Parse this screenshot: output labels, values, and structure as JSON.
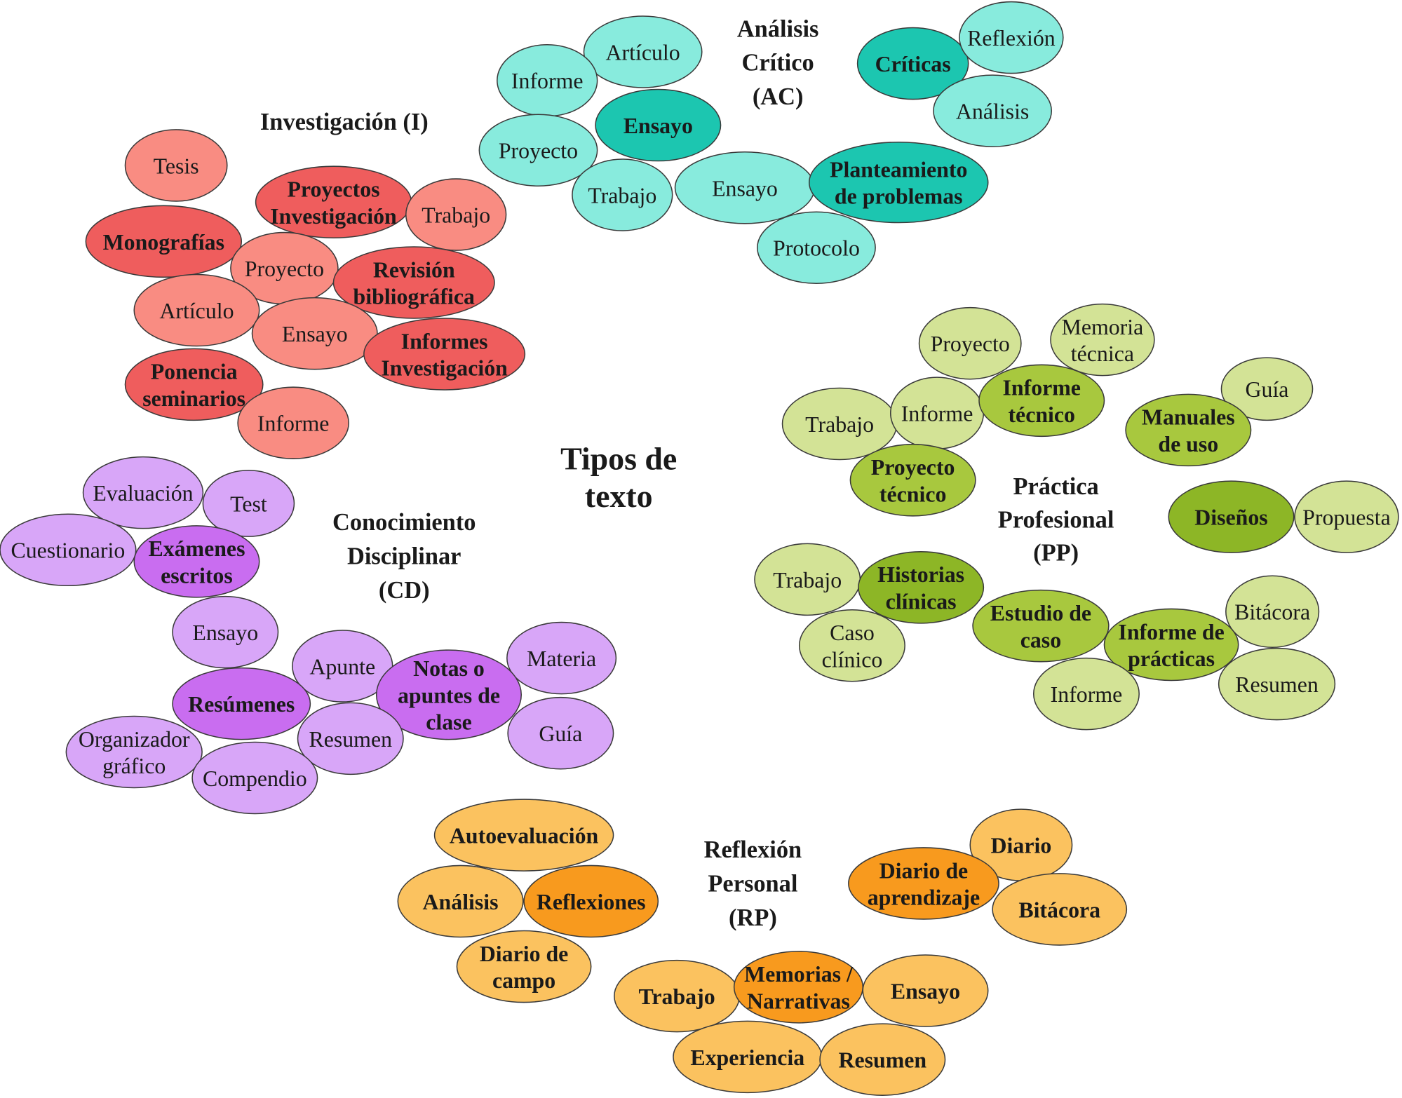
{
  "center_title": [
    "Tipos de",
    "texto"
  ],
  "colors": {
    "I": {
      "light": "#F98C82",
      "dark": "#EF5D5D"
    },
    "AC": {
      "light": "#88EBDD",
      "dark": "#1CC6B0"
    },
    "PP": {
      "light": "#D3E396",
      "dark": "#A8C83E",
      "darker": "#8DB626"
    },
    "CD": {
      "light": "#D8A6F8",
      "dark": "#C96DF0"
    },
    "RP": {
      "light": "#FBC25F",
      "dark": "#F89A1E"
    }
  },
  "groups": [
    {
      "id": "I",
      "title": [
        "Investigación (I)"
      ],
      "nodes": [
        {
          "lines": [
            "Tesis"
          ],
          "tone": "light"
        },
        {
          "lines": [
            "Proyectos",
            "Investigación"
          ],
          "tone": "dark"
        },
        {
          "lines": [
            "Trabajo"
          ],
          "tone": "light"
        },
        {
          "lines": [
            "Monografías"
          ],
          "tone": "dark"
        },
        {
          "lines": [
            "Proyecto"
          ],
          "tone": "light"
        },
        {
          "lines": [
            "Revisión",
            "bibliográfica"
          ],
          "tone": "dark"
        },
        {
          "lines": [
            "Artículo"
          ],
          "tone": "light"
        },
        {
          "lines": [
            "Ensayo"
          ],
          "tone": "light"
        },
        {
          "lines": [
            "Informes",
            "Investigación"
          ],
          "tone": "dark"
        },
        {
          "lines": [
            "Ponencia",
            "seminarios"
          ],
          "tone": "dark"
        },
        {
          "lines": [
            "Informe"
          ],
          "tone": "light"
        }
      ]
    },
    {
      "id": "AC",
      "title": [
        "Análisis",
        "Crítico",
        "(AC)"
      ],
      "nodes": [
        {
          "lines": [
            "Artículo"
          ],
          "tone": "light"
        },
        {
          "lines": [
            "Informe"
          ],
          "tone": "light"
        },
        {
          "lines": [
            "Ensayo"
          ],
          "tone": "dark"
        },
        {
          "lines": [
            "Proyecto"
          ],
          "tone": "light"
        },
        {
          "lines": [
            "Trabajo"
          ],
          "tone": "light"
        },
        {
          "lines": [
            "Ensayo"
          ],
          "tone": "light"
        },
        {
          "lines": [
            "Planteamiento",
            "de problemas"
          ],
          "tone": "dark"
        },
        {
          "lines": [
            "Protocolo"
          ],
          "tone": "light"
        },
        {
          "lines": [
            "Críticas"
          ],
          "tone": "dark"
        },
        {
          "lines": [
            "Reflexión"
          ],
          "tone": "light"
        },
        {
          "lines": [
            "Análisis"
          ],
          "tone": "light"
        }
      ]
    },
    {
      "id": "PP",
      "title": [
        "Práctica",
        "Profesional",
        "(PP)"
      ],
      "nodes": [
        {
          "lines": [
            "Proyecto"
          ],
          "tone": "light"
        },
        {
          "lines": [
            "Memoria",
            "técnica"
          ],
          "tone": "light"
        },
        {
          "lines": [
            "Trabajo"
          ],
          "tone": "light"
        },
        {
          "lines": [
            "Informe"
          ],
          "tone": "light"
        },
        {
          "lines": [
            "Informe",
            "técnico"
          ],
          "tone": "dark"
        },
        {
          "lines": [
            "Guía"
          ],
          "tone": "light"
        },
        {
          "lines": [
            "Manuales",
            "de uso"
          ],
          "tone": "dark"
        },
        {
          "lines": [
            "Proyecto",
            "técnico"
          ],
          "tone": "dark"
        },
        {
          "lines": [
            "Diseños"
          ],
          "tone": "darker"
        },
        {
          "lines": [
            "Propuesta"
          ],
          "tone": "light"
        },
        {
          "lines": [
            "Trabajo"
          ],
          "tone": "light"
        },
        {
          "lines": [
            "Historias",
            "clínicas"
          ],
          "tone": "darker"
        },
        {
          "lines": [
            "Caso",
            "clínico"
          ],
          "tone": "light"
        },
        {
          "lines": [
            "Estudio de",
            "caso"
          ],
          "tone": "dark"
        },
        {
          "lines": [
            "Informe de",
            "prácticas"
          ],
          "tone": "dark"
        },
        {
          "lines": [
            "Bitácora"
          ],
          "tone": "light"
        },
        {
          "lines": [
            "Resumen"
          ],
          "tone": "light"
        },
        {
          "lines": [
            "Informe"
          ],
          "tone": "light"
        }
      ]
    },
    {
      "id": "CD",
      "title": [
        "Conocimiento",
        "Disciplinar",
        "(CD)"
      ],
      "nodes": [
        {
          "lines": [
            "Evaluación"
          ],
          "tone": "light"
        },
        {
          "lines": [
            "Test"
          ],
          "tone": "light"
        },
        {
          "lines": [
            "Cuestionario"
          ],
          "tone": "light"
        },
        {
          "lines": [
            "Exámenes",
            "escritos"
          ],
          "tone": "dark"
        },
        {
          "lines": [
            "Ensayo"
          ],
          "tone": "light"
        },
        {
          "lines": [
            "Apunte"
          ],
          "tone": "light"
        },
        {
          "lines": [
            "Materia"
          ],
          "tone": "light"
        },
        {
          "lines": [
            "Notas o",
            "apuntes de",
            "clase"
          ],
          "tone": "dark"
        },
        {
          "lines": [
            "Resúmenes"
          ],
          "tone": "dark"
        },
        {
          "lines": [
            "Resumen"
          ],
          "tone": "light"
        },
        {
          "lines": [
            "Guía"
          ],
          "tone": "light"
        },
        {
          "lines": [
            "Organizador",
            "gráfico"
          ],
          "tone": "light"
        },
        {
          "lines": [
            "Compendio"
          ],
          "tone": "light"
        }
      ]
    },
    {
      "id": "RP",
      "title": [
        "Reflexión",
        "Personal",
        "(RP)"
      ],
      "nodes": [
        {
          "lines": [
            "Autoevaluación"
          ],
          "tone": "light"
        },
        {
          "lines": [
            "Análisis"
          ],
          "tone": "light"
        },
        {
          "lines": [
            "Reflexiones"
          ],
          "tone": "dark"
        },
        {
          "lines": [
            "Diario de",
            "campo"
          ],
          "tone": "light"
        },
        {
          "lines": [
            "Diario"
          ],
          "tone": "light"
        },
        {
          "lines": [
            "Diario de",
            "aprendizaje"
          ],
          "tone": "dark"
        },
        {
          "lines": [
            "Bitácora"
          ],
          "tone": "light"
        },
        {
          "lines": [
            "Trabajo"
          ],
          "tone": "light"
        },
        {
          "lines": [
            "Memorias /",
            "Narrativas"
          ],
          "tone": "dark"
        },
        {
          "lines": [
            "Ensayo"
          ],
          "tone": "light"
        },
        {
          "lines": [
            "Experiencia"
          ],
          "tone": "light"
        },
        {
          "lines": [
            "Resumen"
          ],
          "tone": "light"
        }
      ]
    }
  ]
}
